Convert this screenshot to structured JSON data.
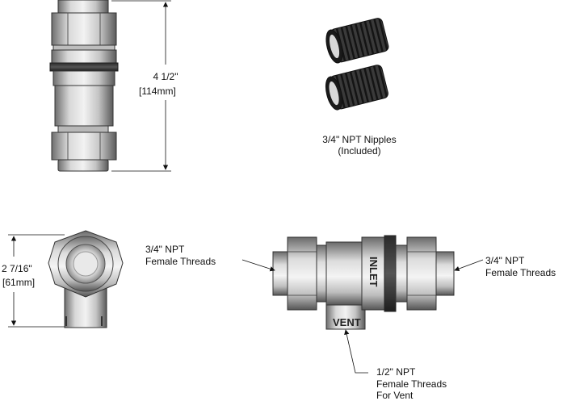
{
  "views": {
    "side_view": {
      "height_dimension": {
        "imperial": "4 1/2\"",
        "metric": "114mm"
      }
    },
    "end_view": {
      "width_dimension": {
        "imperial": "2 7/16\"",
        "metric": "61mm"
      }
    },
    "nipples": {
      "caption_line1": "3/4\" NPT Nipples",
      "caption_line2": "(Included)"
    },
    "front_view": {
      "inlet_stamp": "INLET",
      "vent_stamp": "VENT",
      "left_callout": {
        "line1": "3/4\" NPT",
        "line2": "Female Threads"
      },
      "right_callout": {
        "line1": "3/4\" NPT",
        "line2": "Female Threads"
      },
      "bottom_callout": {
        "line1": "1/2\" NPT",
        "line2": "Female Threads",
        "line3": "For Vent"
      }
    }
  }
}
